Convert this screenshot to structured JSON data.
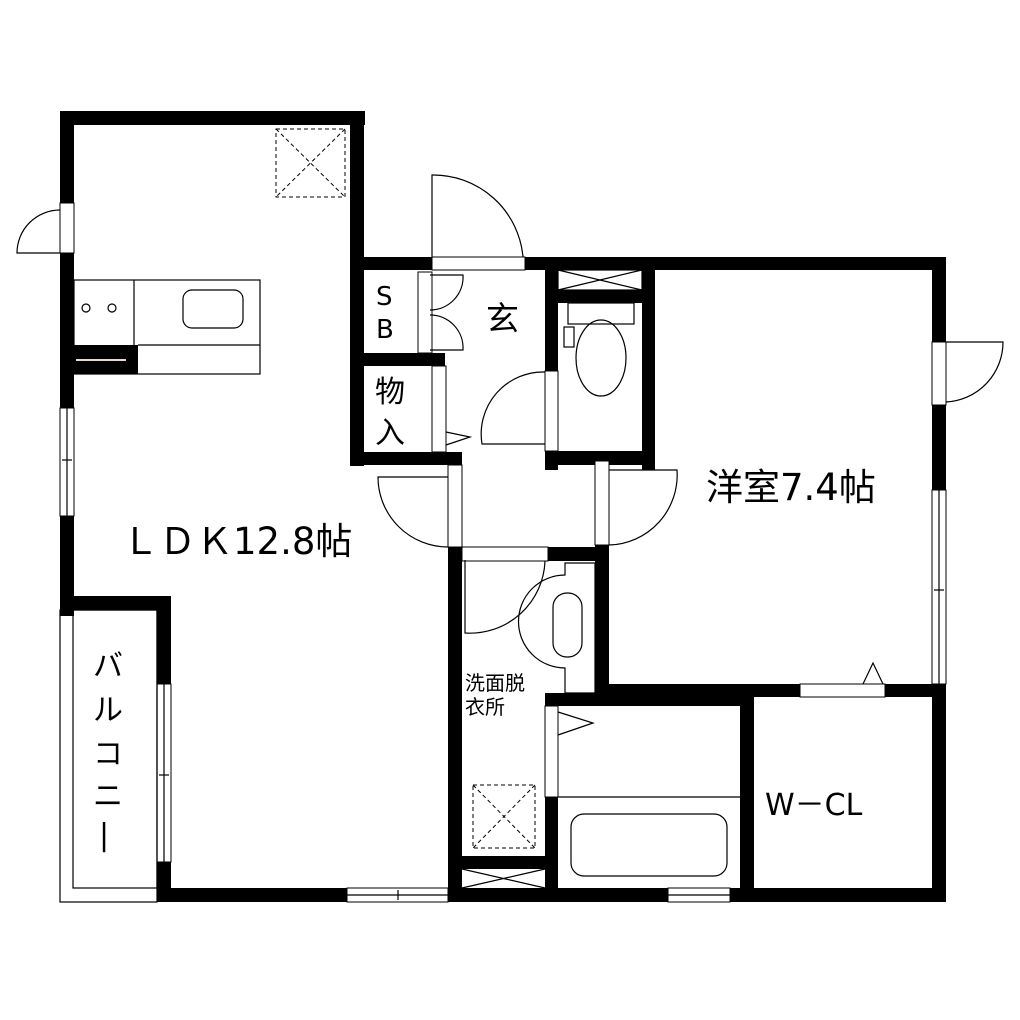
{
  "plan": {
    "rooms": {
      "ldk": {
        "label": "ＬＤＫ12.8帖",
        "name": "LDK",
        "size_jo": "12.8"
      },
      "western_room": {
        "label": "洋室7.4帖",
        "name": "洋室",
        "size_jo": "7.4"
      },
      "entrance": {
        "label": "玄"
      },
      "shoe_box": {
        "label_line1": "S",
        "label_line2": "B"
      },
      "storage": {
        "label_line1": "物",
        "label_line2": "入"
      },
      "washroom": {
        "label_line1": "洗面脱",
        "label_line2": "衣所"
      },
      "walk_in_closet": {
        "label": "W－CL"
      },
      "balcony": {
        "label_chars": [
          "バ",
          "ル",
          "コ",
          "ニ",
          "ー"
        ]
      }
    }
  }
}
